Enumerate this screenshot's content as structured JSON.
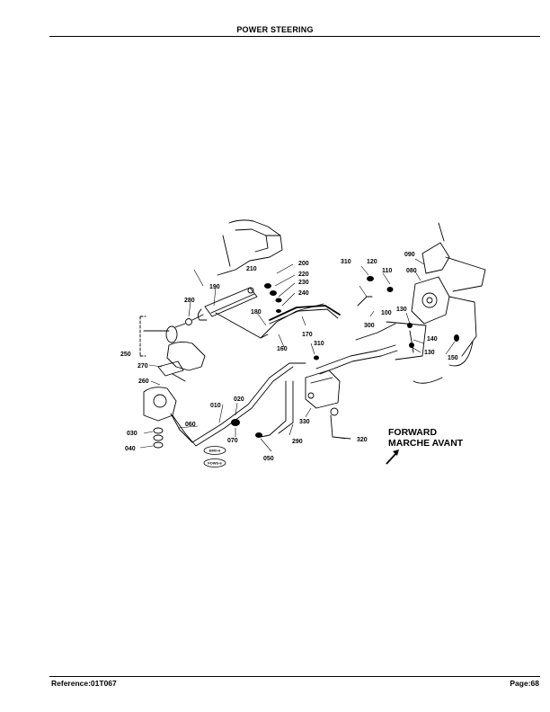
{
  "header": {
    "title": "POWER STEERING"
  },
  "footer": {
    "reference": "Reference:01T067",
    "page": "Page:68"
  },
  "diagram": {
    "callouts": {
      "c010": "010",
      "c020": "020",
      "c030": "030",
      "c040": "040",
      "c050": "050",
      "c060": "060",
      "c070": "070",
      "c080": "080",
      "c090": "090",
      "c100": "100",
      "c110": "110",
      "c120": "120",
      "c130a": "130",
      "c130b": "130",
      "c140": "140",
      "c150": "150",
      "c160": "160",
      "c170": "170",
      "c180": "180",
      "c190": "190",
      "c200": "200",
      "c210": "210",
      "c220": "220",
      "c230": "230",
      "c240": "240",
      "c250": "250",
      "c260": "260",
      "c270": "270",
      "c280": "280",
      "c290": "290",
      "c300": "300",
      "c310a": "310",
      "c310b": "310",
      "c320": "320",
      "c330": "330"
    },
    "direction": {
      "line1": "FORWARD",
      "line2": "MARCHE AVANT"
    },
    "badges": {
      "b1": "EMO-6",
      "b2": "FOWS-6"
    }
  }
}
